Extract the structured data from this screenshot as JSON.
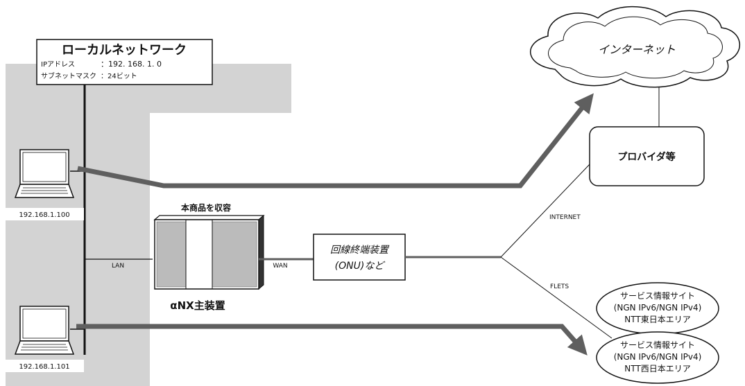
{
  "local_network": {
    "title": "ローカルネットワーク",
    "ip_label": "IPアドレス",
    "ip_value": "：192. 168. 1. 0",
    "mask_label": "サブネットマスク",
    "mask_value": "：24ビット"
  },
  "pcs": [
    {
      "ip": "192.168.1.100"
    },
    {
      "ip": "192.168.1.101"
    }
  ],
  "device": {
    "caption_top": "本商品を収容",
    "name": "αNX主装置",
    "lan_label": "LAN",
    "wan_label": "WAN"
  },
  "onu": {
    "line1": "回線終端装置",
    "line2": "(ONU)など"
  },
  "internet": {
    "label": "インターネット"
  },
  "provider": {
    "label": "プロバイダ等"
  },
  "links": {
    "internet_label": "INTERNET",
    "flets_label": "FLETS"
  },
  "sites": [
    {
      "line1": "サービス情報サイト",
      "line2": "(NGN IPv6/NGN IPv4)",
      "line3": "NTT東日本エリア"
    },
    {
      "line1": "サービス情報サイト",
      "line2": "(NGN IPv6/NGN IPv4)",
      "line3": "NTT西日本エリア"
    }
  ],
  "colors": {
    "lan_area": "#d3d3d3",
    "flow_arrow": "#5f5f5f",
    "line": "#111111"
  }
}
